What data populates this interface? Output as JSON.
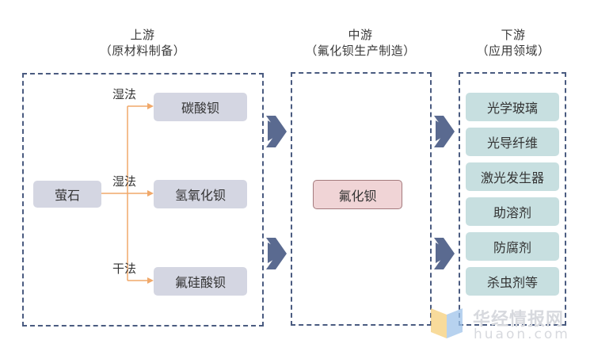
{
  "columns": {
    "upstream": {
      "title": "上游",
      "subtitle": "（原材料制备）"
    },
    "midstream": {
      "title": "中游",
      "subtitle": "（氟化钡生产制造）"
    },
    "downstream": {
      "title": "下游",
      "subtitle": "（应用领域）"
    }
  },
  "upstream": {
    "source": "萤石",
    "methods": [
      "湿法",
      "湿法",
      "干法"
    ],
    "products": [
      "碳酸钡",
      "氢氧化钡",
      "氟硅酸钡"
    ]
  },
  "midstream": {
    "product": "氟化钡"
  },
  "downstream": {
    "applications": [
      "光学玻璃",
      "光导纤维",
      "激光发生器",
      "助溶剂",
      "防腐剂",
      "杀虫剂等"
    ]
  },
  "watermark": {
    "cn": "华经情报网",
    "en": "huaon.com"
  },
  "colors": {
    "panel_border": "#4a5b80",
    "arrow": "#5a6a90",
    "connector": "#f0a86a",
    "gray_box": "#d4d6e2",
    "pink_box": "#f0d4d6",
    "teal_box": "#c7dfe0"
  }
}
